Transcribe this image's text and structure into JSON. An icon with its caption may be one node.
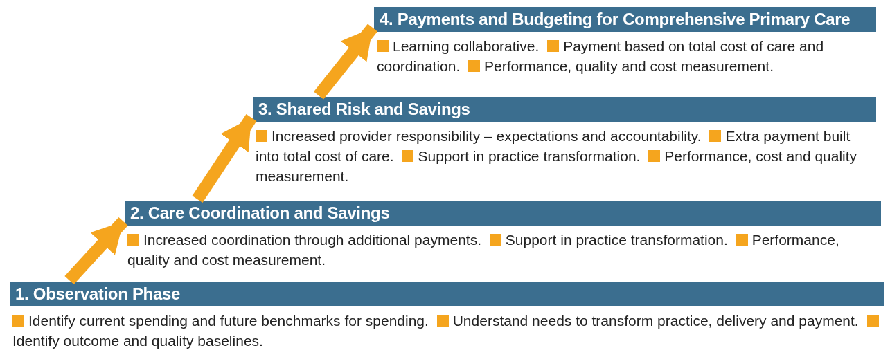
{
  "diagram": {
    "nodes": [
      {
        "text": [
          "1. Observation Phase",
          "Identify current spending and future benchmarks for spending.",
          "Understand needs to transform practice, delivery and payment.",
          "Identify outcome and quality baselines."
        ]
      },
      {
        "text": [
          "2. Care Coordination and Savings",
          "Increased coordination through additional payments.",
          "Support in practice transformation.",
          "Performance, quality and cost measurement."
        ]
      },
      {
        "text": [
          "3. Shared Risk and Savings",
          "Increased provider responsibility – expectations and accountability.",
          "Extra payment built into total cost of care.",
          "Support in practice transformation.",
          "Performance, cost and quality measurement."
        ]
      },
      {
        "text": [
          "4. Payments and Budgeting for Comprehensive Primary Care",
          "Learning collaborative.",
          "Payment based on total cost of care and coordination.",
          "Performance, quality and cost measurement."
        ]
      }
    ],
    "edges": [
      {
        "from": 0,
        "to": 1,
        "arrow": "to"
      },
      {
        "from": 1,
        "to": 2,
        "arrow": "to"
      },
      {
        "from": 2,
        "to": 3,
        "arrow": "to"
      }
    ]
  }
}
